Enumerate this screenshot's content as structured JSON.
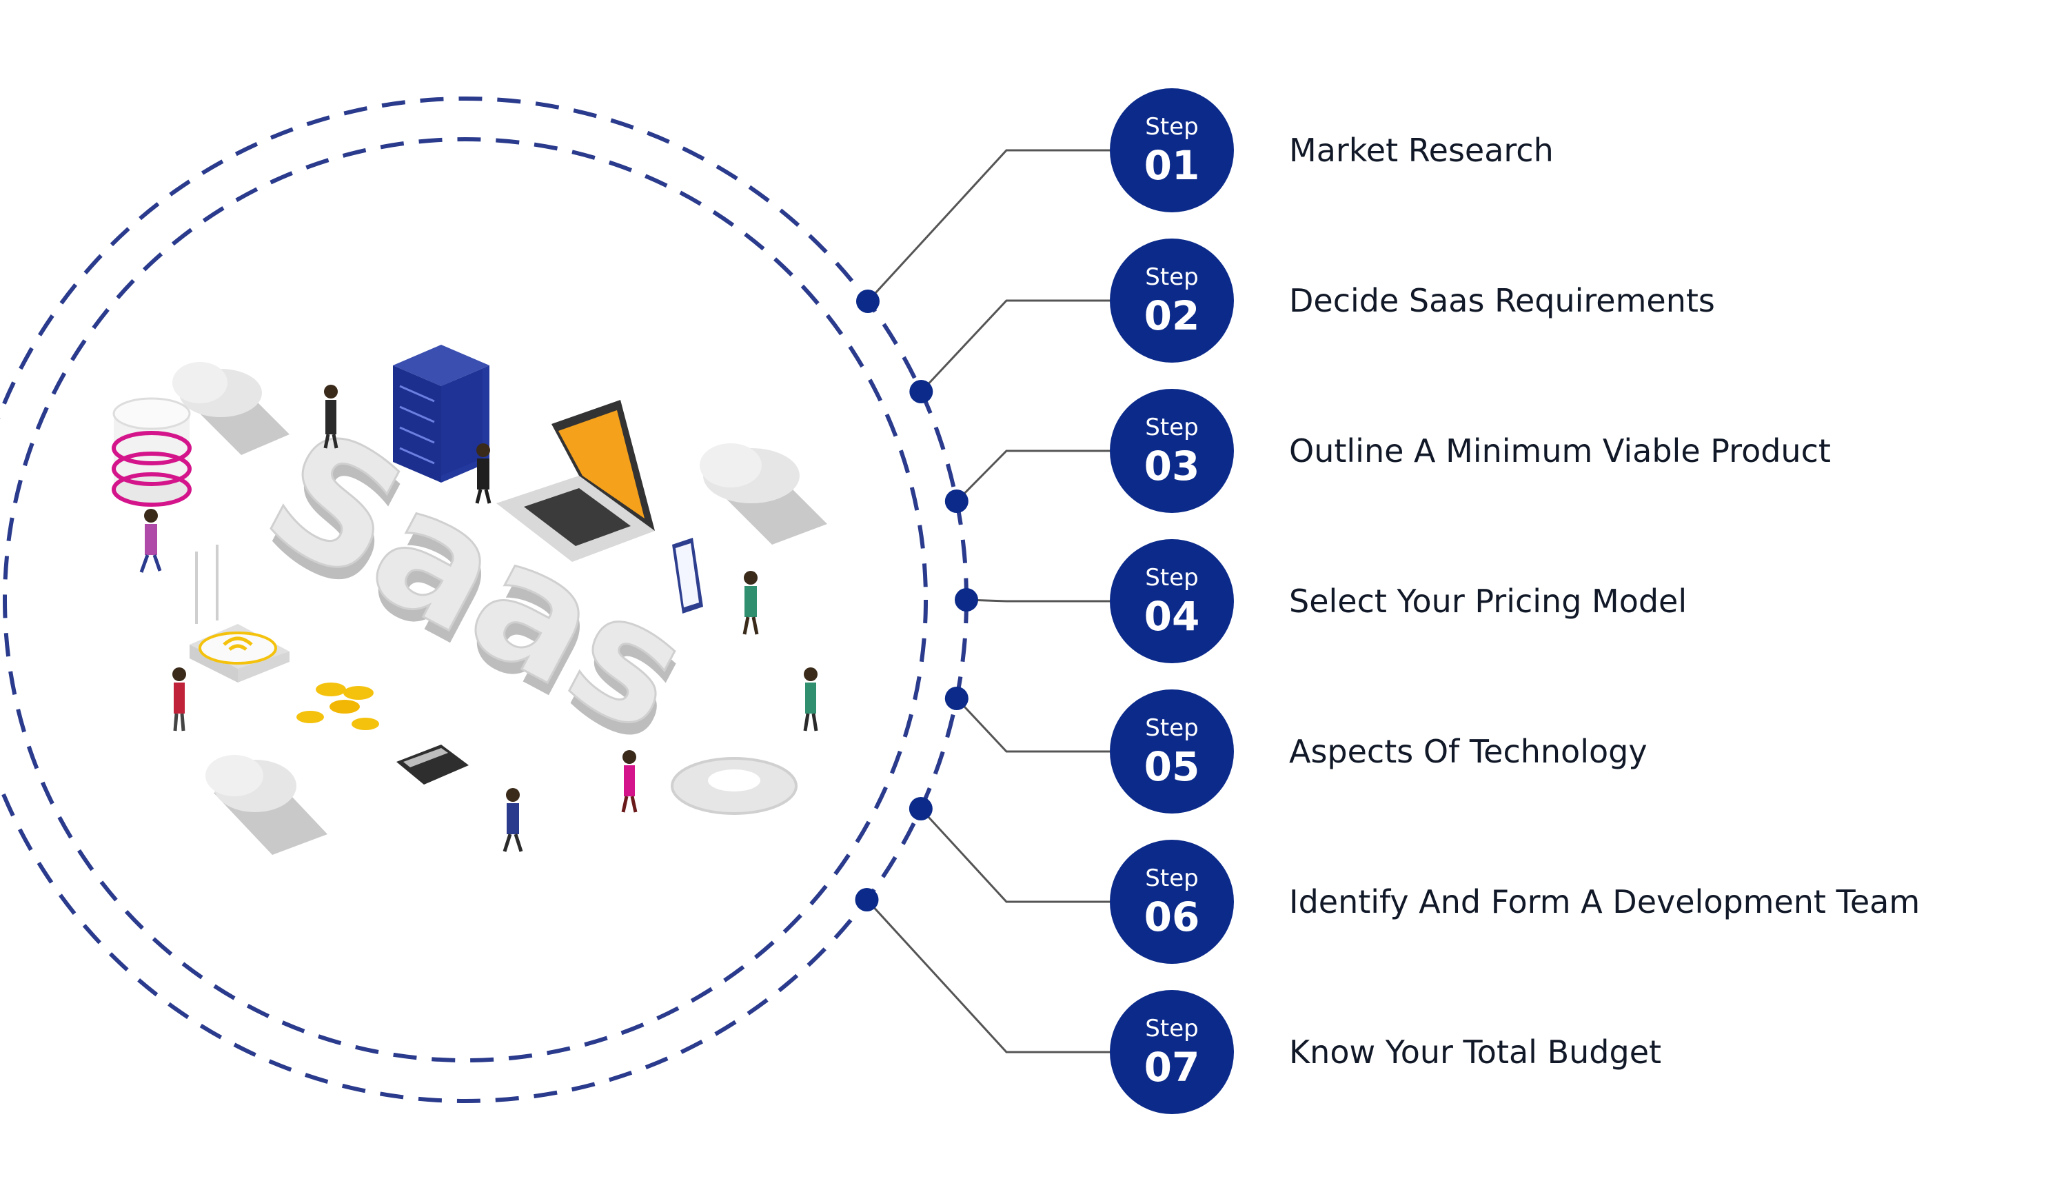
{
  "colors": {
    "navy": "#0b2a8a",
    "ring": "#2a3a8c",
    "connector": "#555555",
    "label": "#111827",
    "accent_pink": "#d4148a",
    "accent_orange": "#f5a11c",
    "accent_yellow": "#f4c20d"
  },
  "illustration": {
    "word": "Saas"
  },
  "steps": [
    {
      "word": "Step",
      "number": "01",
      "label": "Market Research"
    },
    {
      "word": "Step",
      "number": "02",
      "label": "Decide Saas Requirements"
    },
    {
      "word": "Step",
      "number": "03",
      "label": "Outline A Minimum Viable Product"
    },
    {
      "word": "Step",
      "number": "04",
      "label": "Select Your Pricing Model"
    },
    {
      "word": "Step",
      "number": "05",
      "label": "Aspects Of Technology"
    },
    {
      "word": "Step",
      "number": "06",
      "label": "Identify And Form A Development Team"
    },
    {
      "word": "Step",
      "number": "07",
      "label": "Know Your Total Budget"
    }
  ]
}
